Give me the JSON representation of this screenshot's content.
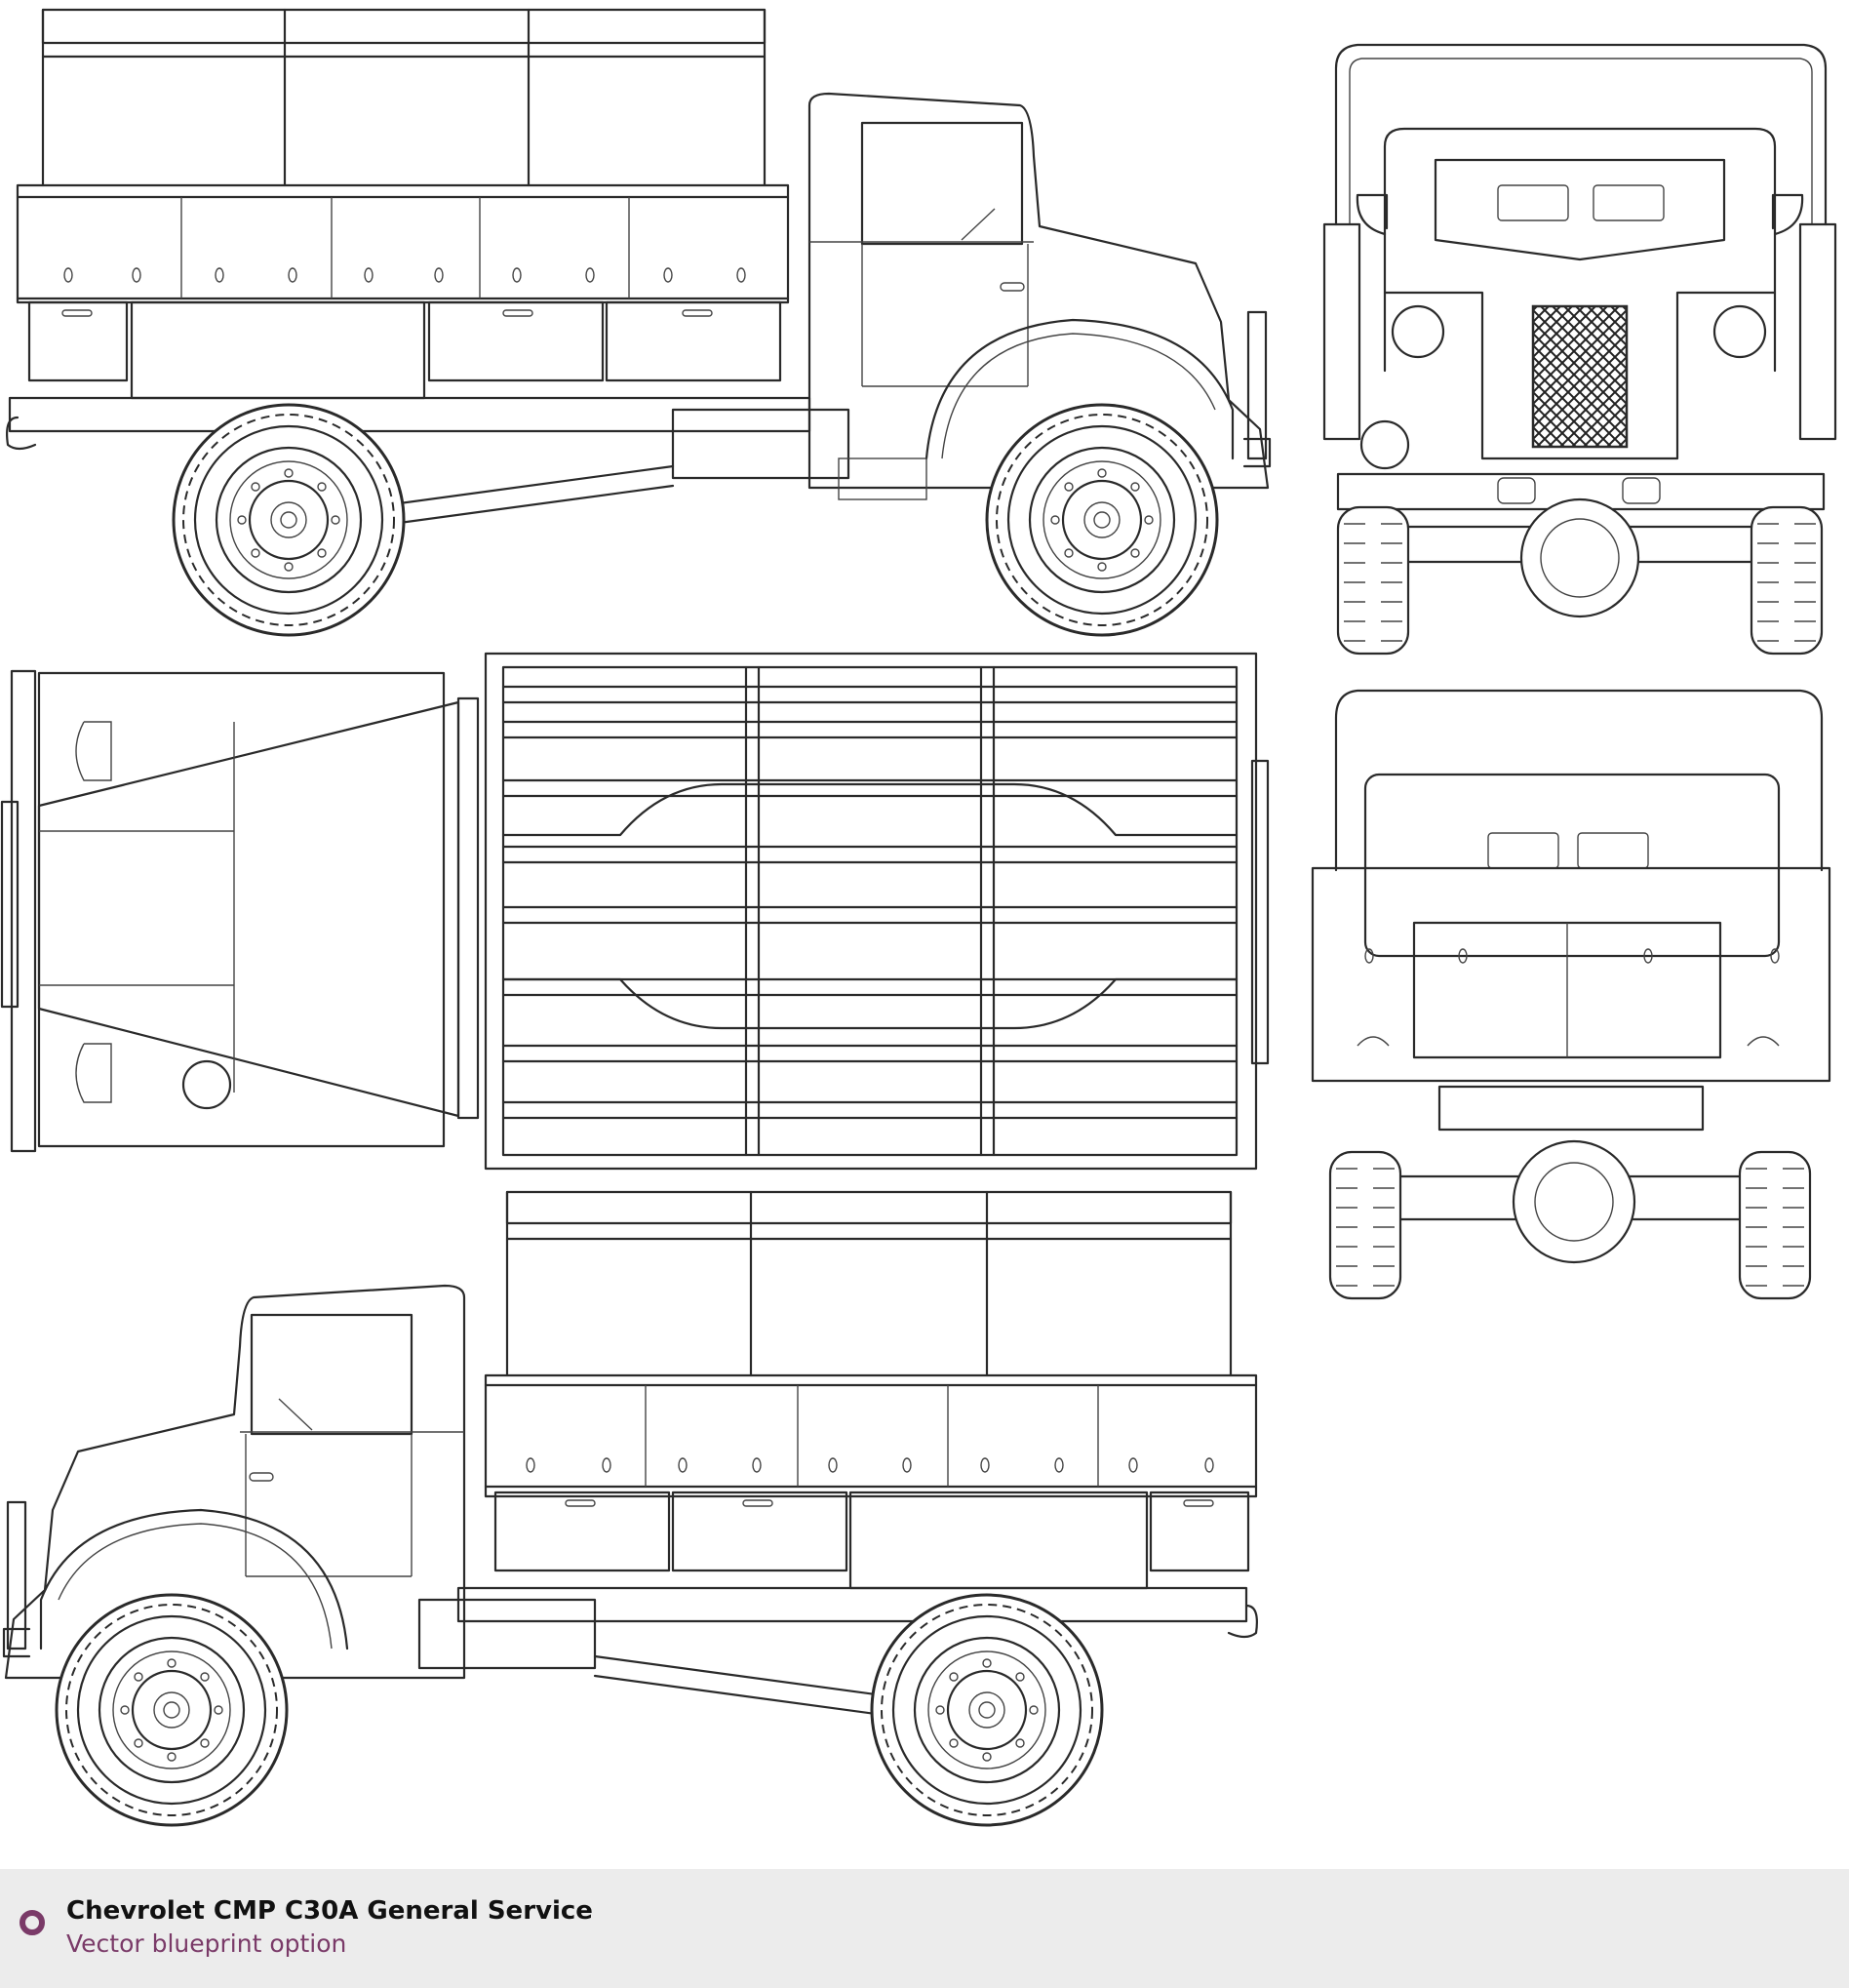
{
  "footer": {
    "title": "Chevrolet CMP C30A General Service",
    "subtitle": "Vector blueprint option",
    "badge_icon": "ring-bullet-icon",
    "accent_color": "#7a3a68",
    "background_color": "#ececec"
  },
  "views": [
    "side-view-left",
    "front-view",
    "top-view",
    "rear-view",
    "side-view-right"
  ]
}
